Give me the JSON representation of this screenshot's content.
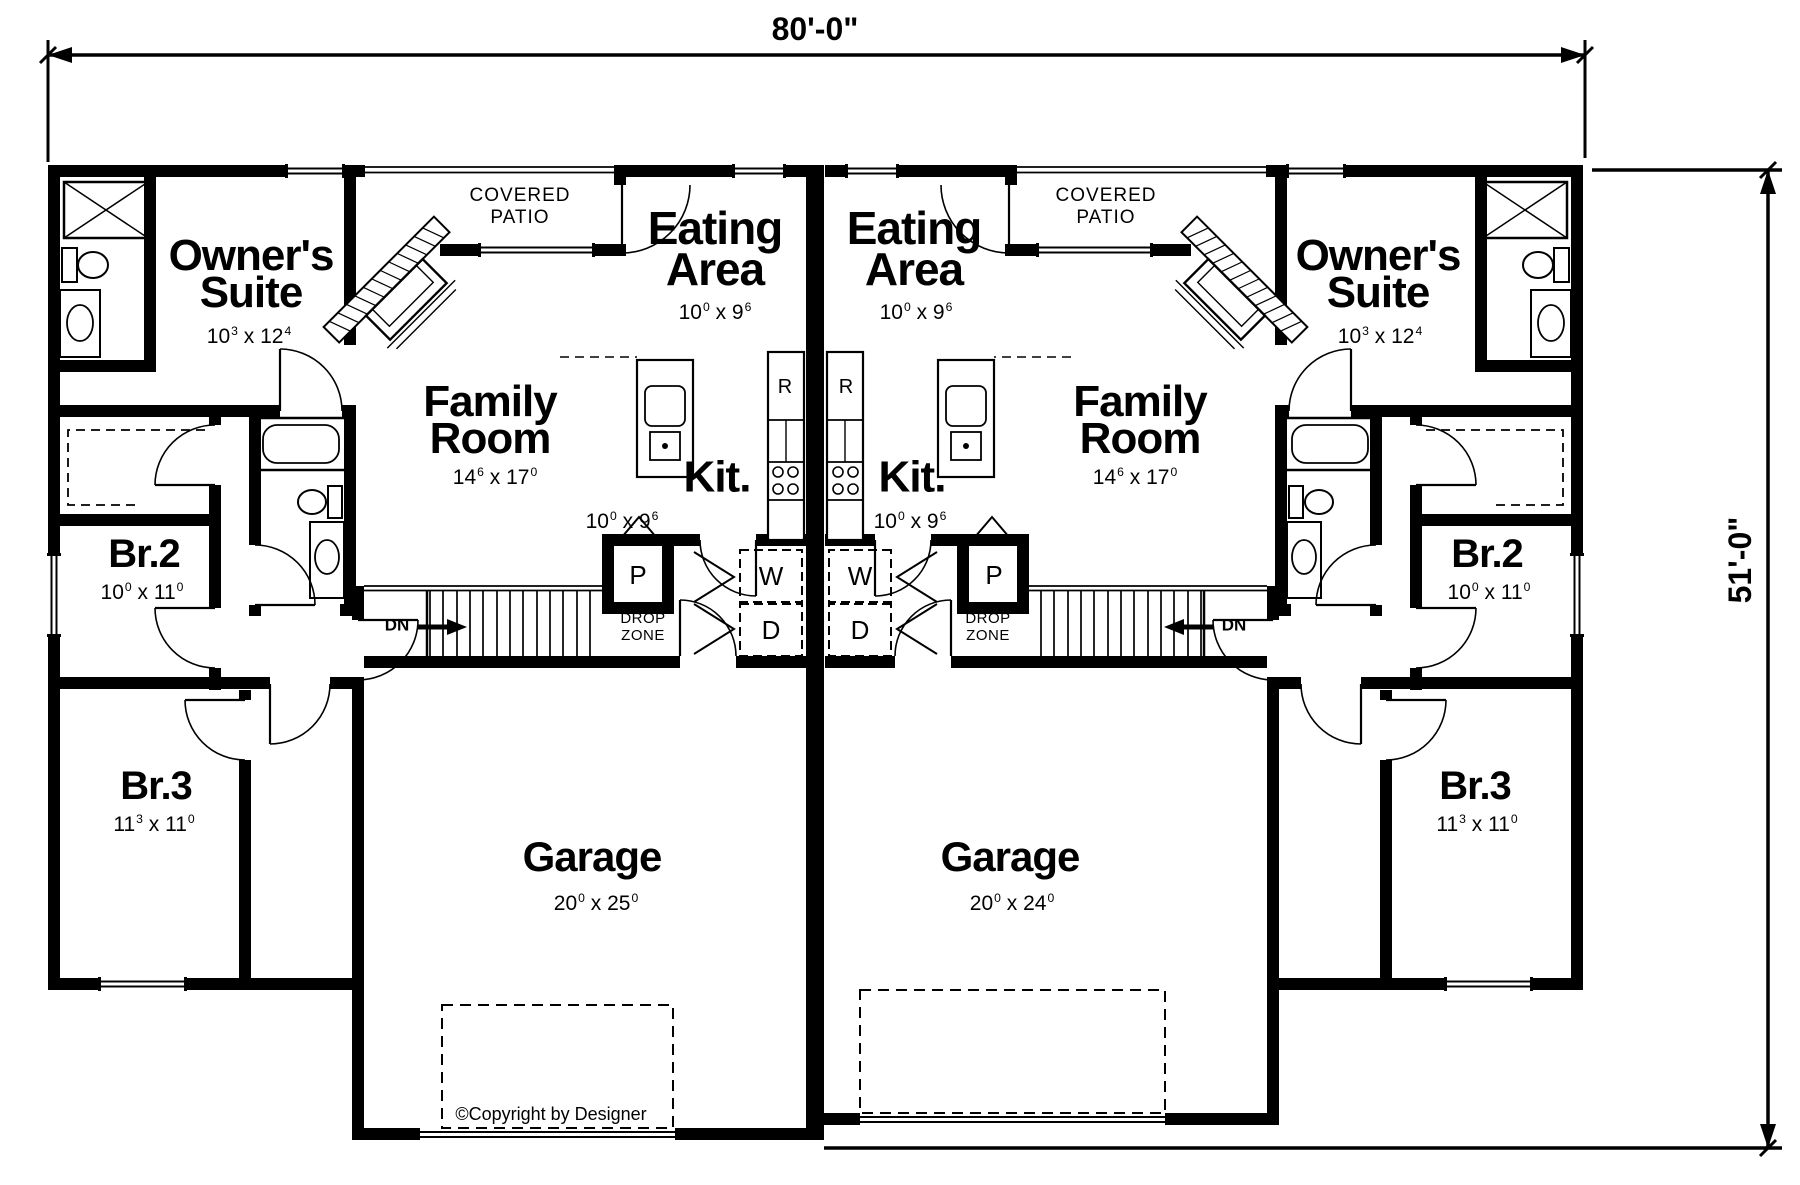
{
  "dimensions": {
    "overall_width": "80'-0\"",
    "overall_depth": "51'-0\""
  },
  "copyright": "©Copyright by Designer",
  "left_unit": {
    "covered_patio": {
      "line1": "COVERED",
      "line2": "PATIO"
    },
    "eating_area": {
      "line1": "Eating",
      "line2": "Area",
      "dims": "10^0 x 9^6"
    },
    "owners_suite": {
      "line1": "Owner's",
      "line2": "Suite",
      "dims": "10^3 x 12^4"
    },
    "family_room": {
      "line1": "Family",
      "line2": "Room",
      "dims": "14^6 x 17^0"
    },
    "kitchen": {
      "name": "Kit.",
      "dims": "10^0 x 9^6"
    },
    "bedroom2": {
      "name": "Br.2",
      "dims": "10^0 x 11^0"
    },
    "bedroom3": {
      "name": "Br.3",
      "dims": "11^3 x 11^0"
    },
    "garage": {
      "name": "Garage",
      "dims": "20^0 x 25^0"
    },
    "drop_zone": {
      "line1": "DROP",
      "line2": "ZONE"
    },
    "pantry": "P",
    "washer": "W",
    "dryer": "D",
    "refrigerator": "R",
    "stair_direction": "DN"
  },
  "right_unit": {
    "covered_patio": {
      "line1": "COVERED",
      "line2": "PATIO"
    },
    "eating_area": {
      "line1": "Eating",
      "line2": "Area",
      "dims": "10^0 x 9^6"
    },
    "owners_suite": {
      "line1": "Owner's",
      "line2": "Suite",
      "dims": "10^3 x 12^4"
    },
    "family_room": {
      "line1": "Family",
      "line2": "Room",
      "dims": "14^6 x 17^0"
    },
    "kitchen": {
      "name": "Kit.",
      "dims": "10^0 x 9^6"
    },
    "bedroom2": {
      "name": "Br.2",
      "dims": "10^0 x 11^0"
    },
    "bedroom3": {
      "name": "Br.3",
      "dims": "11^3 x 11^0"
    },
    "garage": {
      "name": "Garage",
      "dims": "20^0 x 24^0"
    },
    "drop_zone": {
      "line1": "DROP",
      "line2": "ZONE"
    },
    "pantry": "P",
    "washer": "W",
    "dryer": "D",
    "refrigerator": "R",
    "stair_direction": "DN"
  }
}
